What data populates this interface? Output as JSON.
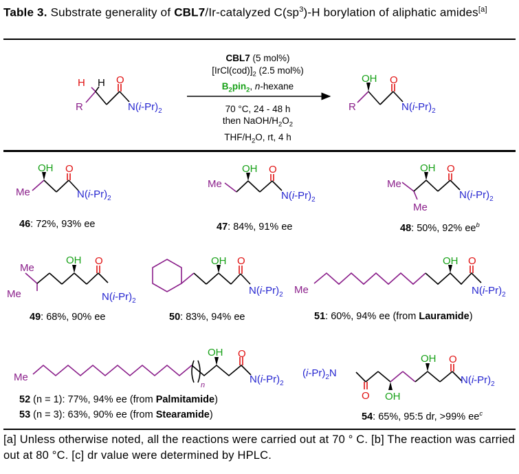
{
  "caption": {
    "label": "Table 3.",
    "text_1": " Substrate generality of ",
    "catalyst": "CBL7",
    "text_2": "/Ir-catalyzed C(sp",
    "sup": "3",
    "text_3": ")-H borylation of aliphatic amides",
    "note_ref": "[a]"
  },
  "conditions": {
    "line1_bold": "CBL7",
    "line1_rest": " (5 mol%)",
    "line2": "[IrCl(cod)]",
    "line2_sub": "2",
    "line2_rest": " (2.5 mol%)",
    "line3_green": "B2pin2",
    "line3_rest": ", n-hexane",
    "line4": "70 °C, 24 - 48 h",
    "line5": "then NaOH/H2O2",
    "line6": "THF/H2O, rt, 4 h"
  },
  "atoms": {
    "H": "H",
    "R": "R",
    "O": "O",
    "OH": "OH",
    "Me": "Me",
    "N": "N",
    "amide_N": "N(i-Pr)2",
    "n": "n",
    "iPr2N": "(i-Pr)2N"
  },
  "compounds": [
    {
      "id": "46",
      "result": ": 72%, 93% ee"
    },
    {
      "id": "47",
      "result": ": 84%, 91% ee"
    },
    {
      "id": "48",
      "result": ": 50%, 92% ee",
      "note": "b"
    },
    {
      "id": "49",
      "result": ": 68%, 90% ee"
    },
    {
      "id": "50",
      "result": ": 83%, 94% ee"
    },
    {
      "id": "51",
      "result": ": 60%, 94% ee (from ",
      "source": "Lauramide",
      "close": ")"
    },
    {
      "id": "52",
      "result": " (n = 1): 77%, 94% ee (from ",
      "source": "Palmitamide",
      "close": ")"
    },
    {
      "id": "53",
      "result": " (n = 3): 63%, 90% ee (from ",
      "source": "Stearamide",
      "close": ")"
    },
    {
      "id": "54",
      "result": ": 65%, 95:5 dr, >99% ee",
      "note": "c"
    }
  ],
  "footnote": "[a] Unless otherwise noted, all the reactions  were carried out at 70 ° C. [b] The reaction was carried out at 80 °C. [c] dr value were determined by HPLC.",
  "colors": {
    "oxygen_red": "#e01010",
    "nitrogen_blue": "#2525d0",
    "alkyl_purple": "#8a1e8a",
    "boron_green": "#16a016"
  }
}
